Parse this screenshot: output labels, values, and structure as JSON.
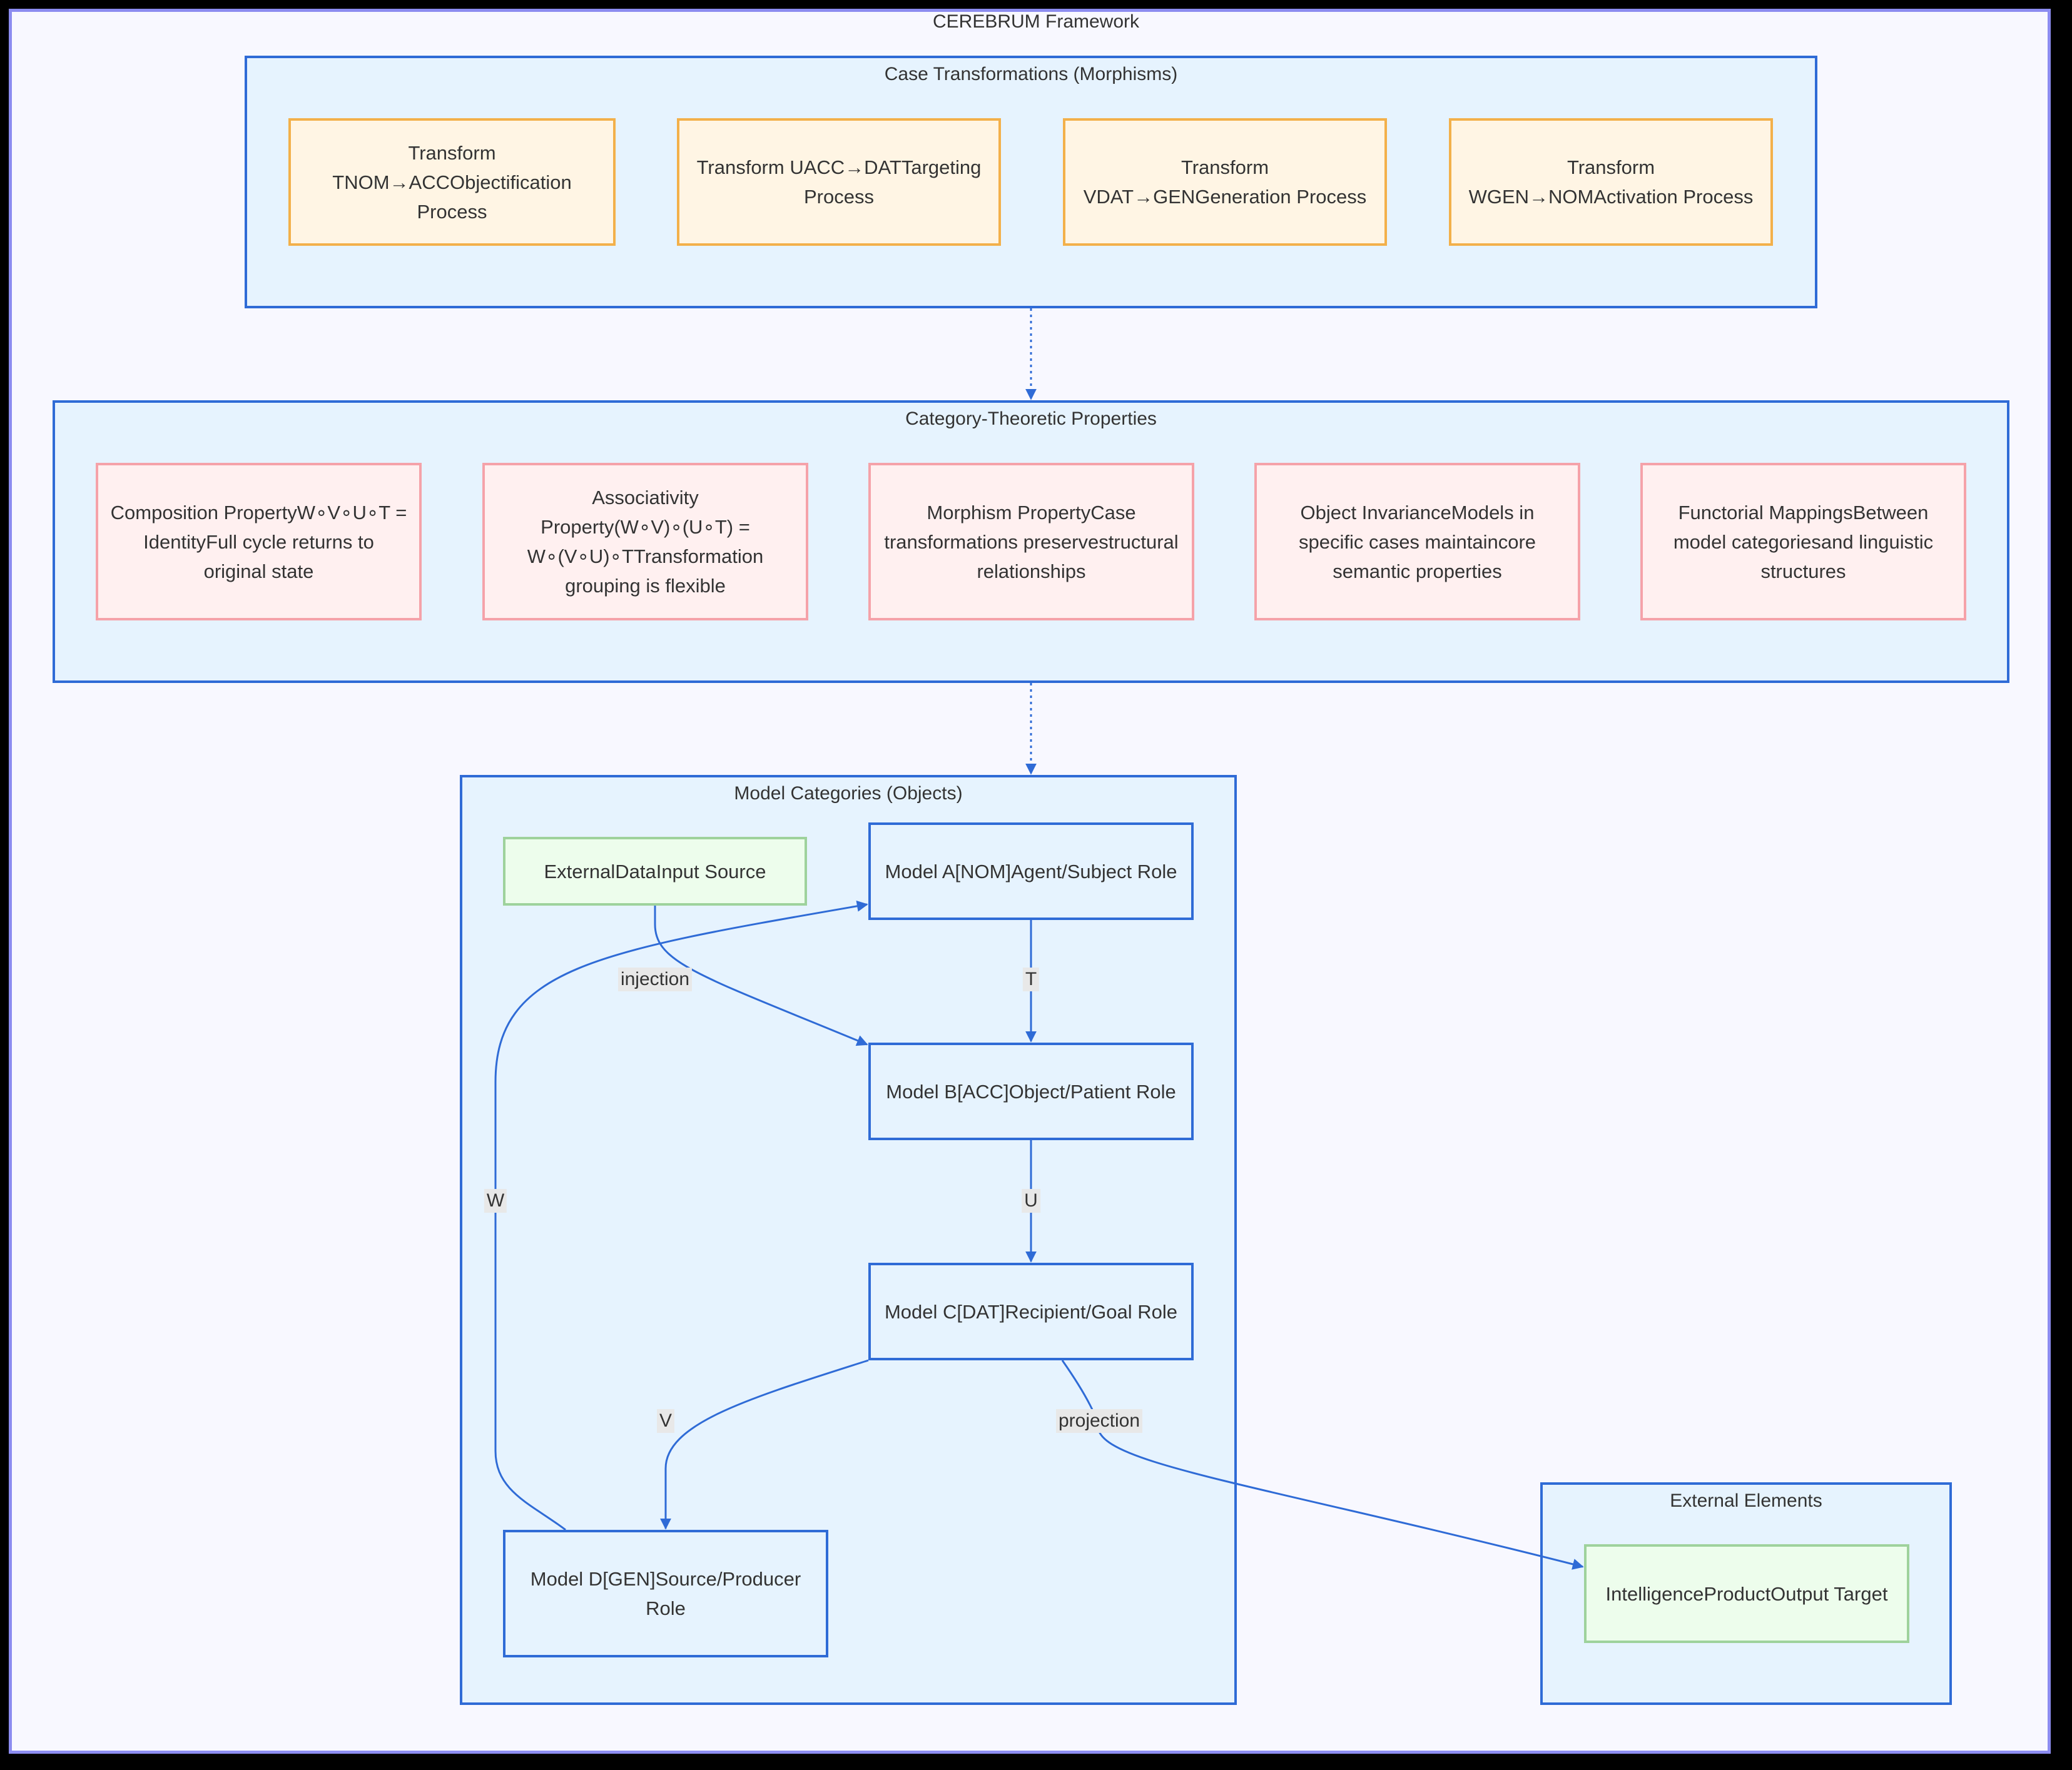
{
  "framework_title": "CEREBRUM Framework",
  "groups": {
    "transformations": {
      "title": "Case Transformations (Morphisms)",
      "nodes": [
        "Transform TNOM→ACCObjectification Process",
        "Transform UACC→DATTargeting Process",
        "Transform VDAT→GENGeneration Process",
        "Transform WGEN→NOMActivation Process"
      ]
    },
    "properties": {
      "title": "Category-Theoretic Properties",
      "nodes": [
        "Composition PropertyW∘V∘U∘T = IdentityFull cycle returns to original state",
        "Associativity Property(W∘V)∘(U∘T) = W∘(V∘U)∘TTransformation grouping is flexible",
        "Morphism PropertyCase transformations preservestructural relationships",
        "Object InvarianceModels in specific cases maintaincore semantic properties",
        "Functorial MappingsBetween model categoriesand linguistic structures"
      ]
    },
    "models": {
      "title": "Model Categories (Objects)",
      "external_input": "ExternalDataInput Source",
      "model_a": "Model A[NOM]Agent/Subject Role",
      "model_b": "Model B[ACC]Object/Patient Role",
      "model_c": "Model C[DAT]Recipient/Goal Role",
      "model_d": "Model D[GEN]Source/Producer Role"
    },
    "external": {
      "title": "External Elements",
      "output": "IntelligenceProductOutput Target"
    }
  },
  "edge_labels": {
    "injection": "injection",
    "t": "T",
    "u": "U",
    "v": "V",
    "w": "W",
    "projection": "projection"
  },
  "colors": {
    "frame_border": "#8c8cf0",
    "group_border": "#2f6bd6",
    "group_fill": "#e6f3fe",
    "transform_fill": "#fff5e4",
    "transform_border": "#f3b04a",
    "property_fill": "#fff0f0",
    "property_border": "#f5a2a9",
    "external_fill": "#edfdec",
    "external_border": "#9ed29c",
    "edge": "#2f6bd6"
  }
}
